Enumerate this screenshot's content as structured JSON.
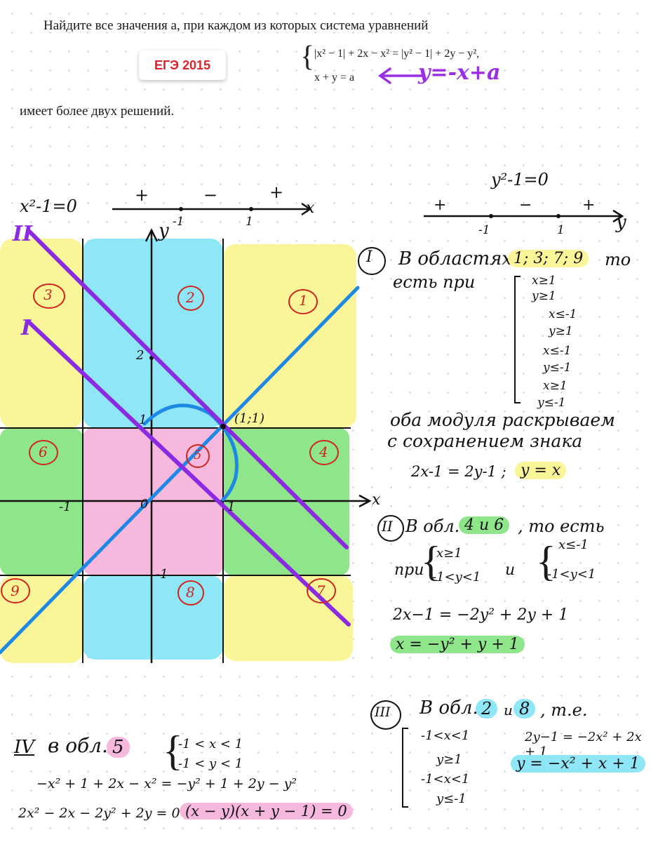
{
  "problem": {
    "statement": "Найдите все значения a, при каждом из которых система уравнений",
    "tail": "имеет более двух решений.",
    "badge": "ЕГЭ 2015",
    "eq1": "|x² − 1| + 2x − x² = |y² − 1| + 2y − y²,",
    "eq2": "x + y = a",
    "eq2_note": "y=-x+a"
  },
  "graph": {
    "x_sign_eq": "x²-1=0",
    "y_sign_eq": "y²-1=0",
    "signs": [
      "+",
      "−",
      "+"
    ],
    "tick_neg": "-1",
    "tick_pos": "1",
    "axis_x": "x",
    "axis_y": "y",
    "regions": [
      "1",
      "2",
      "3",
      "4",
      "5",
      "6",
      "7",
      "8",
      "9"
    ],
    "point_label": "(1;1)",
    "label_2": "2",
    "label_1": "1",
    "label_0": "0",
    "label_m1": "-1",
    "label_x1": "1",
    "line_I": "I",
    "line_II": "II",
    "colors": {
      "yellow": "#fbf59a",
      "blue": "#8fe6f7",
      "green": "#8ee58a",
      "pink": "#f7b8dd",
      "purple": "#8a2be2",
      "line_blue": "#1e88e5",
      "circle_red": "#d0241c"
    }
  },
  "notes": {
    "n1_head": "I",
    "n1_text": "В областях",
    "n1_regions": "1; 3; 7; 9",
    "n1_to": "то",
    "n1_est": "есть при",
    "n1_systems": [
      "x≥1",
      "y≥1",
      "x≤-1",
      "y≥1",
      "x≤-1",
      "y≤-1",
      "x≥1",
      "y≤-1"
    ],
    "n1_conc1": "оба модуля раскрываем",
    "n1_conc2": "с сохранением знака",
    "n1_eq": "2x-1 = 2y-1 ;",
    "n1_res": "y = x",
    "n2_head": "II",
    "n2_text": "В обл.",
    "n2_regions": "4 и 6",
    "n2_to": ", то есть",
    "n2_pri": "при",
    "n2_sys1": [
      "x≥1",
      "-1<y<1"
    ],
    "n2_and": "и",
    "n2_sys2": [
      "x≤-1",
      "-1<y<1"
    ],
    "n2_eq": "2x−1 = −2y² + 2y + 1",
    "n2_res": "x = −y² + y + 1",
    "n3_head": "III",
    "n3_text": "В обл.",
    "n3_r1": "2",
    "n3_and": "и",
    "n3_r2": "8",
    "n3_te": ", т.е.",
    "n3_sys1": [
      "-1<x<1",
      "y≥1"
    ],
    "n3_sys2": [
      "-1<x<1",
      "y≤-1"
    ],
    "n3_eq": "2y−1 = −2x² + 2x + 1",
    "n3_res": "y = −x² + x + 1",
    "n4_head": "IV",
    "n4_text": "в обл.",
    "n4_region": "5",
    "n4_sys": [
      "-1 < x < 1",
      "-1 < y < 1"
    ],
    "n4_eq1": "−x² + 1 + 2x − x² = −y² + 1 + 2y − y²",
    "n4_eq2": "2x² − 2x − 2y² + 2y = 0 ,",
    "n4_res": "(x − y)(x + y − 1) = 0"
  }
}
